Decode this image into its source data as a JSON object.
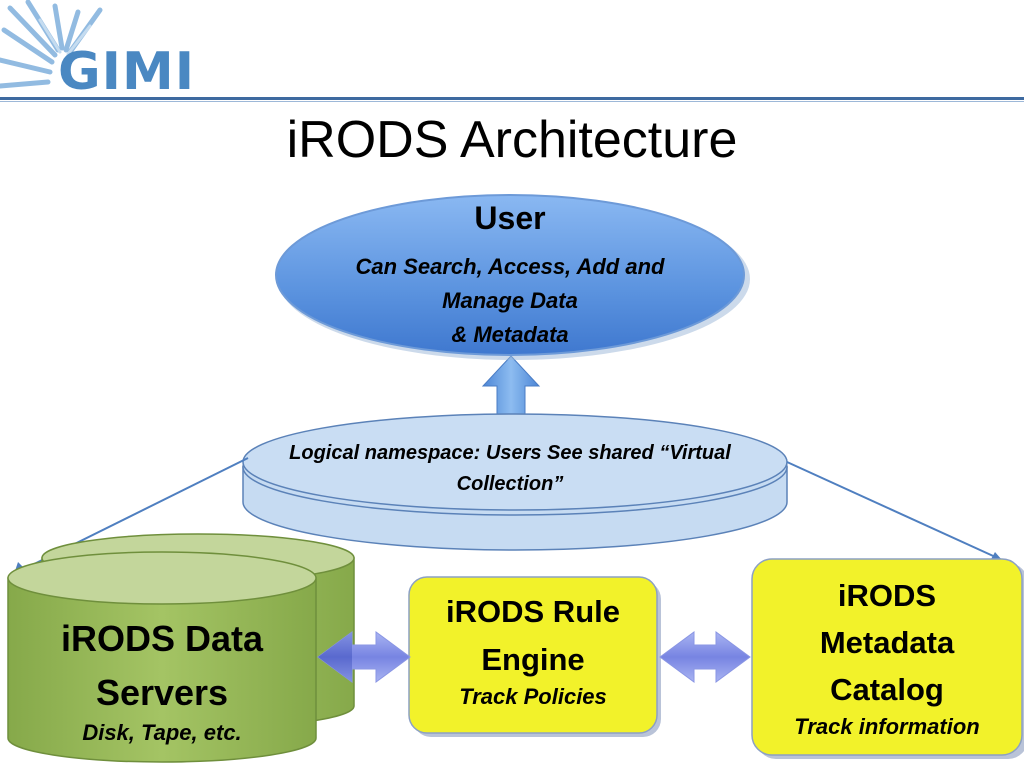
{
  "slide": {
    "logo_text": "GIMI",
    "title": "iRODS Architecture"
  },
  "user": {
    "title": "User",
    "desc_line1": "Can Search, Access, Add and",
    "desc_line2": "Manage Data",
    "desc_line3": "& Metadata"
  },
  "namespace": {
    "line1": "Logical namespace: Users See shared  “Virtual",
    "line2": "Collection”"
  },
  "data_servers": {
    "line1": "iRODS Data",
    "line2": "Servers",
    "sub": "Disk, Tape, etc."
  },
  "rule_engine": {
    "line1": "iRODS Rule",
    "line2": "Engine",
    "sub": "Track Policies"
  },
  "metadata_catalog": {
    "line1": "iRODS",
    "line2": "Metadata",
    "line3": "Catalog",
    "sub": "Track information"
  },
  "colors": {
    "user_fill": "#5b93df",
    "namespace_fill": "#c6dbf2",
    "servers_fill": "#9bbb59",
    "servers_top": "#c3d69b",
    "engine_fill": "#f2f22a",
    "arrow_fill": "#7c8ce3",
    "header_rule": "#3e6aa0"
  }
}
